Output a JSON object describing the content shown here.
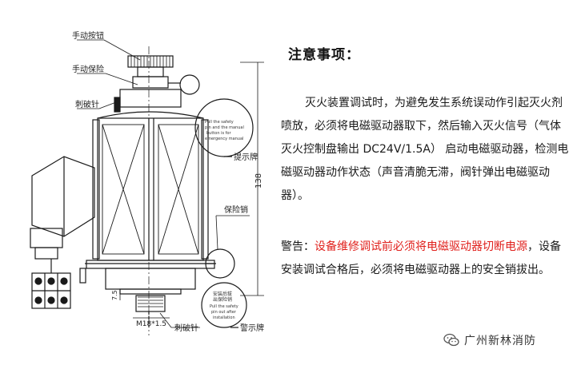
{
  "drawing": {
    "labels": {
      "manual_button": "手动按钮",
      "manual_safety": "手动保险",
      "striker_pin": "刺破针",
      "hint_tag": "提示牌",
      "safety_pin": "保险销",
      "striker_pin_bottom": "刺破针",
      "warning_tag": "警示牌",
      "thread": "M18*1.5",
      "height_dim": "138",
      "small_dim": "7.5"
    },
    "hint_tag_text": [
      "Pull the safety",
      "pin and the manual",
      "button is for",
      "emergency manual"
    ],
    "warning_tag_text": [
      "安装后拔",
      "出保险销",
      "Pull the safety",
      "pin out after",
      "installation"
    ]
  },
  "notes": {
    "title": "注意事项：",
    "para1": "灭火装置调试时，为避免发生系统误动作引起灭火剂喷放，必须将电磁驱动器取下，然后输入灭火信号（气体灭火控制盘输出 DC24V/1.5A） 启动电磁驱动器，检测电磁驱动器动作状态（声音清脆无滞，阀针弹出电磁驱动器）。",
    "warning_prefix": "警告：",
    "warning_red": "设备维修调试前必须将电磁驱动器切断电源",
    "warning_rest": "，设备安装调试合格后，必须将电磁驱动器上的安全销拔出。"
  },
  "brand": {
    "name": "广州新林消防",
    "icon": "wechat-icon"
  }
}
